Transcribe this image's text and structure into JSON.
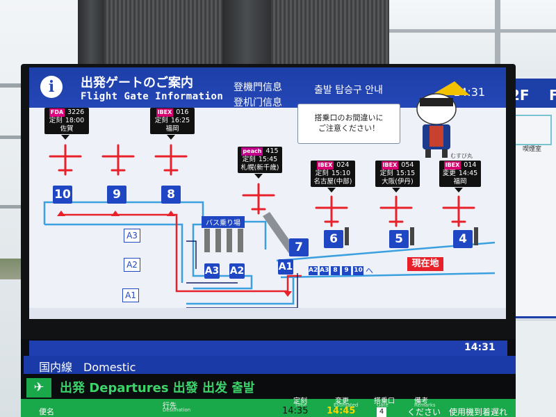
{
  "header": {
    "title_ja": "出発ゲートのご案内",
    "title_en": "Flight Gate Information",
    "title_zh_tw": "登機門信息",
    "title_zh_cn": "登机门信息",
    "title_ko": "출발 탑승구 안내",
    "clock": "14:31",
    "info_glyph": "i"
  },
  "notice": {
    "line1": "搭乗口のお間違いに",
    "line2": "ご注意ください！"
  },
  "mascot": {
    "caption": "むすび丸"
  },
  "flights": [
    {
      "airline": "FDA",
      "number": "3226",
      "status": "定刻",
      "time": "18:00",
      "dest": "佐賀"
    },
    {
      "airline": "IBEX",
      "number": "016",
      "status": "定刻",
      "time": "16:25",
      "dest": "福岡"
    },
    {
      "airline": "peach",
      "number": "415",
      "status": "定刻",
      "time": "15:45",
      "dest": "札幌(新千歳)"
    },
    {
      "airline": "IBEX",
      "number": "024",
      "status": "定刻",
      "time": "15:10",
      "dest": "名古屋(中部)"
    },
    {
      "airline": "IBEX",
      "number": "054",
      "status": "定刻",
      "time": "15:15",
      "dest": "大阪(伊丹)"
    },
    {
      "airline": "IBEX",
      "number": "014",
      "status": "変更",
      "time": "14:45",
      "dest": "福岡"
    }
  ],
  "gates": [
    "10",
    "9",
    "8",
    "7",
    "6",
    "5",
    "4"
  ],
  "sub_gates": [
    "A1",
    "A3",
    "A2"
  ],
  "zones": [
    "A3",
    "A2",
    "A1"
  ],
  "bus_label": "バス乗り場",
  "direction_chips": [
    "A2",
    "A3",
    "8",
    "9",
    "10"
  ],
  "arrow_glyph": "へ",
  "here_label": "現在地",
  "colors": {
    "header_blue": "#2547b7",
    "route_red": "#e8202a",
    "gate_blue": "#1f47c4",
    "board_green": "#19a84a"
  },
  "right_screen": {
    "floor": "2F",
    "letter": "F",
    "room": "喫煙室"
  },
  "board": {
    "clock": "14:31",
    "domestic": "国内線　Domestic",
    "departures": "出発 Departures 出發 出发 출발",
    "col_flight": "便名",
    "col_dest": "行先",
    "col_dest_en": "Destination",
    "col_time": "定刻",
    "col_time_en": "Time",
    "col_changed": "変更",
    "col_changed_en": "Estimated",
    "col_gate": "搭乗口",
    "col_gate_en": "Gate",
    "col_remarks": "備考",
    "col_remarks_en": "Remarks",
    "row_time": "14:35",
    "row_changed": "14:45",
    "row_gate": "4",
    "row_remark": "ください　使用機到着遅れ　"
  }
}
